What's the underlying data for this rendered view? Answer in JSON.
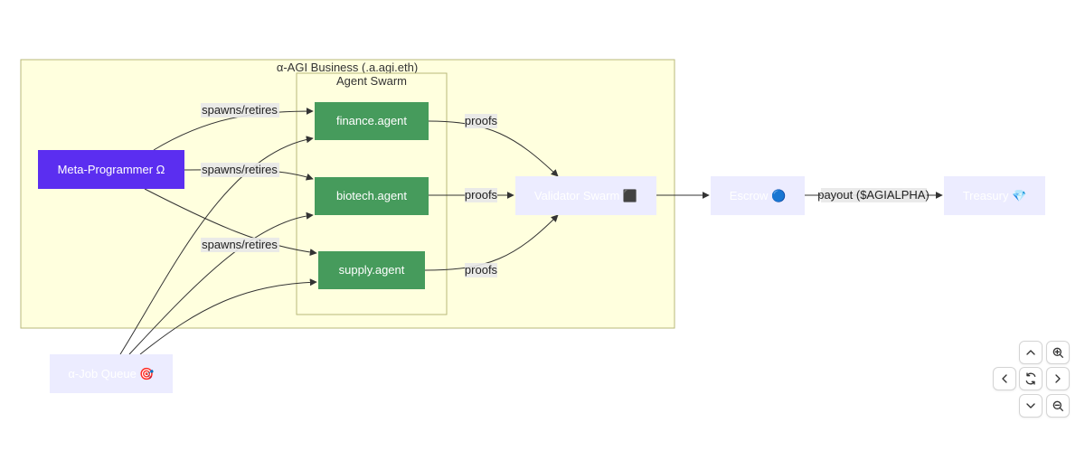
{
  "diagram": {
    "clusters": {
      "business": {
        "title": "α-AGI Business (.a.agi.eth)"
      },
      "swarm": {
        "title": "Agent Swarm"
      }
    },
    "nodes": {
      "meta_programmer": "Meta-Programmer Ω",
      "finance_agent": "finance.agent",
      "biotech_agent": "biotech.agent",
      "supply_agent": "supply.agent",
      "validator_swarm": "Validator Swarm ⬛",
      "escrow": "Escrow 🔵",
      "treasury": "Treasury 💎",
      "job_queue": "α-Job Queue 🎯"
    },
    "edge_labels": {
      "spawns_1": "spawns/retires",
      "spawns_2": "spawns/retires",
      "spawns_3": "spawns/retires",
      "proofs_1": "proofs",
      "proofs_2": "proofs",
      "proofs_3": "proofs",
      "payout": "payout ($AGIALPHA)"
    }
  },
  "colors": {
    "business_fill": "#ffffde",
    "business_stroke": "#b8b87a",
    "agent_fill": "#469b5c",
    "meta_fill": "#5b2ef0",
    "light_node_fill": "#ececff"
  }
}
